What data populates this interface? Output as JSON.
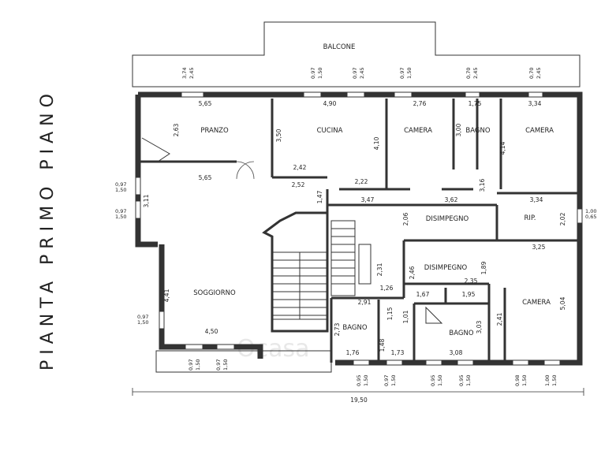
{
  "title": "PIANTA PRIMO PIANO",
  "watermark": "Ocasa",
  "rooms": {
    "balcone": "BALCONE",
    "pranzo": "PRANZO",
    "cucina": "CUCINA",
    "camera1": "CAMERA",
    "bagno1": "BAGNO",
    "camera2": "CAMERA",
    "disimpegno1": "DISIMPEGNO",
    "rip": "RIP.",
    "soggiorno": "SOGGIORNO",
    "disimpegno2": "DISIMPEGNO",
    "camera3": "CAMERA",
    "bagno2": "BAGNO",
    "bagno3": "BAGNO"
  },
  "dims": {
    "d565a": "5,65",
    "d490": "4,90",
    "d276": "2,76",
    "d175": "1,75",
    "d334a": "3,34",
    "d263": "2,63",
    "d350": "3,50",
    "d410": "4,10",
    "d300": "3,00",
    "d414": "4,14",
    "d565b": "5,65",
    "d242": "2,42",
    "d222": "2,22",
    "d252": "2,52",
    "d147": "1,47",
    "d311": "3,11",
    "d347": "3,47",
    "d362": "3,62",
    "d316": "3,16",
    "d334b": "3,34",
    "d206": "2,06",
    "d202": "2,02",
    "d231": "2,31",
    "d325": "3,25",
    "d246": "2,46",
    "d189": "1,89",
    "d235": "2,35",
    "d126": "1,26",
    "d167": "1,67",
    "d195": "1,95",
    "d291": "2,91",
    "d441": "4,41",
    "d504": "5,04",
    "d241": "2,41",
    "d273": "2,73",
    "d115": "1,15",
    "d101": "1,01",
    "d303": "3,03",
    "d450": "4,50",
    "d148": "1,48",
    "d176": "1,76",
    "d173": "1,73",
    "d308": "3,08",
    "total": "19,50"
  },
  "openings": {
    "top1": [
      "3,74",
      "2,45"
    ],
    "top2": [
      "0,97",
      "1,50"
    ],
    "top3": [
      "0,97",
      "2,45"
    ],
    "top4": [
      "0,97",
      "1,50"
    ],
    "top5": [
      "0,70",
      "2,45"
    ],
    "top6": [
      "0,70",
      "2,45"
    ],
    "left1": [
      "0,97",
      "1,50"
    ],
    "left2": [
      "0,97",
      "1,50"
    ],
    "left3": [
      "0,97",
      "1,50"
    ],
    "right1": [
      "1,00",
      "0,65"
    ],
    "bot1": [
      "0,97",
      "1,50"
    ],
    "bot2": [
      "0,97",
      "1,50"
    ],
    "bot3": [
      "0,95",
      "1,50"
    ],
    "bot4": [
      "0,97",
      "1,50"
    ],
    "bot5": [
      "0,95",
      "1,50"
    ],
    "bot6": [
      "0,95",
      "1,50"
    ],
    "bot7": [
      "0,98",
      "1,50"
    ],
    "bot8": [
      "1,00",
      "1,50"
    ]
  }
}
